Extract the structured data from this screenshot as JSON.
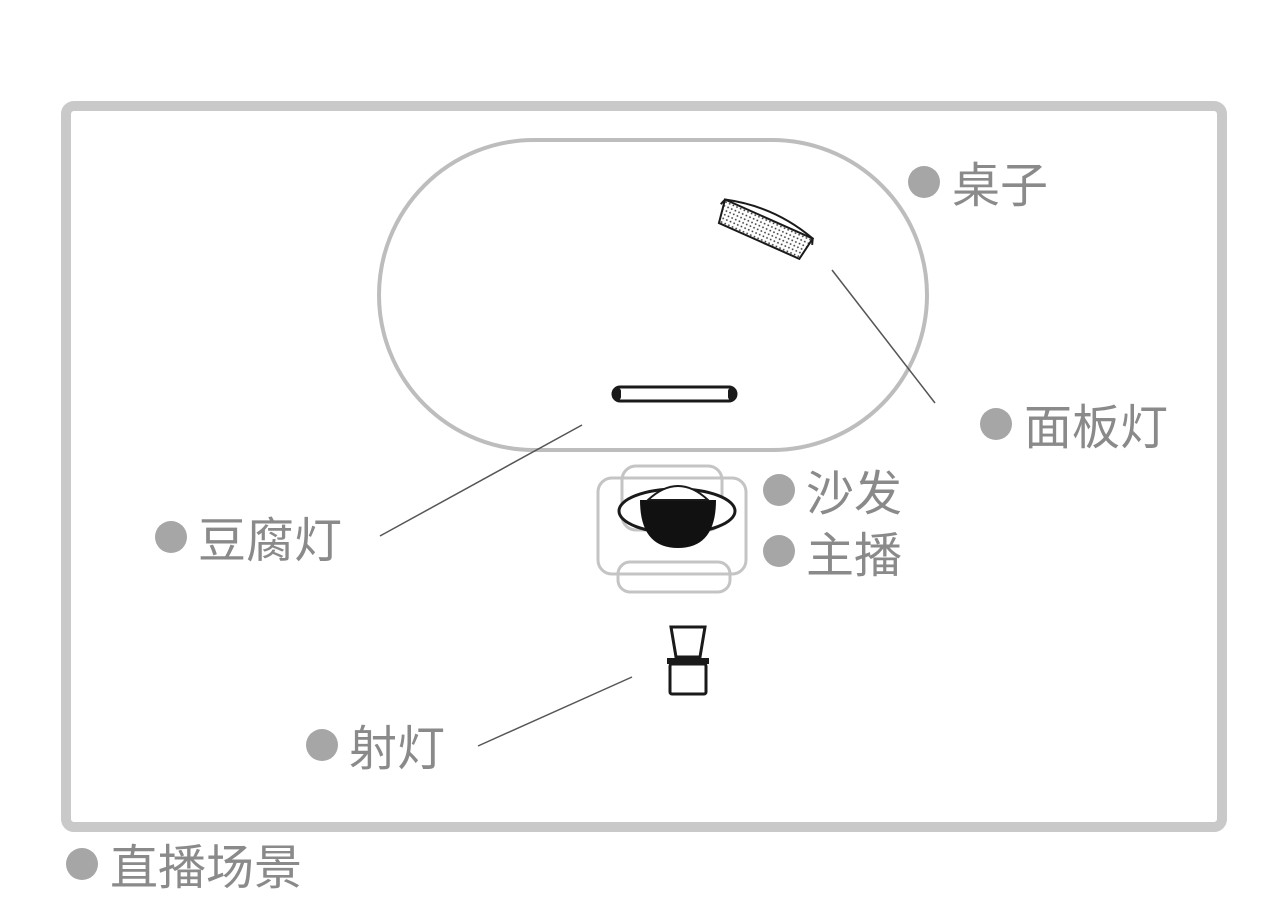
{
  "labels": {
    "desk": "桌子",
    "panel_light": "面板灯",
    "sofa": "沙发",
    "host": "主播",
    "tube_light": "豆腐灯",
    "spotlight": "射灯",
    "scene": "直播场景"
  },
  "colors": {
    "frame": "#c9c9c9",
    "desk_outline": "#bdbdbd",
    "sofa_outline": "#c4c4c4",
    "bullet": "#a6a6a6",
    "label_text": "#8a8a8a",
    "leader_line": "#555555",
    "device": "#1a1a1a"
  },
  "icons": {
    "panel_light": "panel-light-icon",
    "tube_light": "tube-light-icon",
    "host": "host-person-icon",
    "sofa": "sofa-icon",
    "spotlight": "spotlight-icon"
  }
}
